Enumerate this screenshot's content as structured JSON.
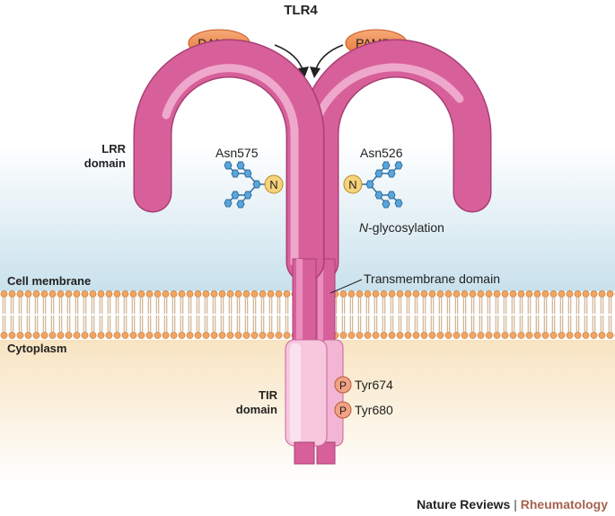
{
  "title": "TLR4",
  "ligands": {
    "left": "DAMPs",
    "right": "PAMPs"
  },
  "labels": {
    "lrr_line1": "LRR",
    "lrr_line2": "domain",
    "asn_left": "Asn575",
    "asn_right": "Asn526",
    "glyco_italic": "N",
    "glyco_rest": "-glycosylation",
    "cell_membrane": "Cell membrane",
    "transmembrane": "Transmembrane domain",
    "cytoplasm": "Cytoplasm",
    "tir_line1": "TIR",
    "tir_line2": "domain",
    "tyr1": "Tyr674",
    "tyr2": "Tyr680"
  },
  "badges": {
    "asn": "N",
    "phospho": "P"
  },
  "footer": {
    "journal": "Nature Reviews",
    "separator": "|",
    "section": "Rheumatology"
  },
  "colors": {
    "receptor": "#d8609a",
    "receptor_light": "#f2b5d3",
    "ligand": "#ef8a52",
    "glycan": "#5aa6dc",
    "asn_badge": "#f6d37a",
    "phospho_badge": "#f2a184",
    "footer_accent": "#a5634f"
  }
}
